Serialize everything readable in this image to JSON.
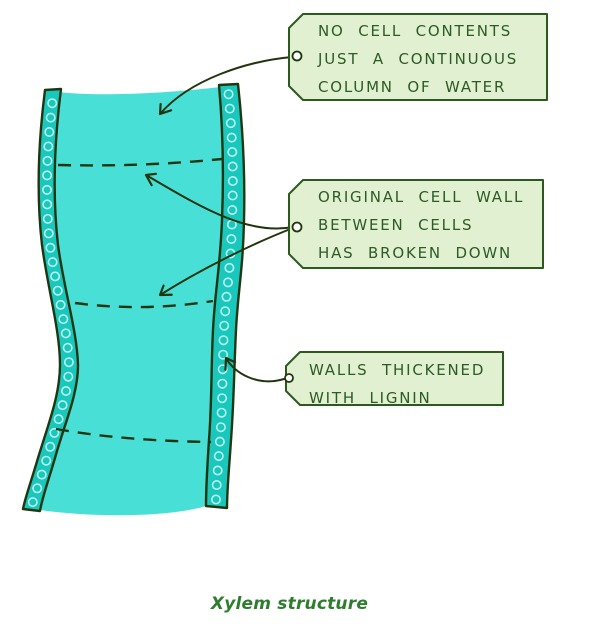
{
  "figure": {
    "caption": "Xylem structure",
    "tags": [
      {
        "lines": [
          "NO CELL CONTENTS",
          "JUST A CONTINUOUS",
          "COLUMN OF WATER"
        ]
      },
      {
        "lines": [
          "ORIGINAL CELL WALL",
          "BETWEEN CELLS",
          "HAS BROKEN DOWN"
        ]
      },
      {
        "lines": [
          "WALLS THICKENED",
          "WITH LIGNIN"
        ]
      }
    ]
  },
  "colors": {
    "background": "#ffffff",
    "lumen_cyan": "#48dfd7",
    "wall_teal": "#19c7bc",
    "coil_light": "#b9f4ed",
    "outline_dark": "#21360f",
    "tag_fill": "#e2f0d2",
    "tag_border": "#2c5a1e",
    "tag_text": "#2b5b26",
    "caption_green": "#2e7d2e"
  }
}
